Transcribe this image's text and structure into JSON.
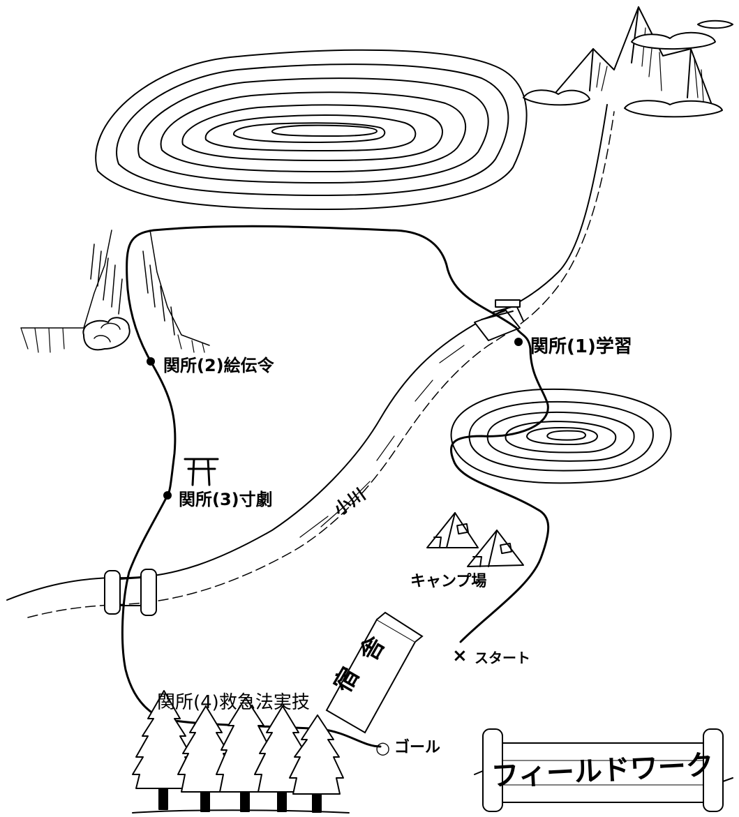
{
  "labels": {
    "checkpoint1": "関所(1)学習",
    "checkpoint2": "関所(2)絵伝令",
    "checkpoint3": "関所(3)寸劇",
    "checkpoint4": "関所(4)救急法実技",
    "stream": "小川",
    "camp": "キャンプ場",
    "start": "スタート",
    "goal": "ゴール",
    "lodge_line1": "宿",
    "lodge_line2": "舎",
    "sign": "フィールドワーク"
  },
  "markers": {
    "start": "×",
    "goal": "○"
  },
  "colors": {
    "ink": "#000000",
    "paper": "#ffffff"
  }
}
